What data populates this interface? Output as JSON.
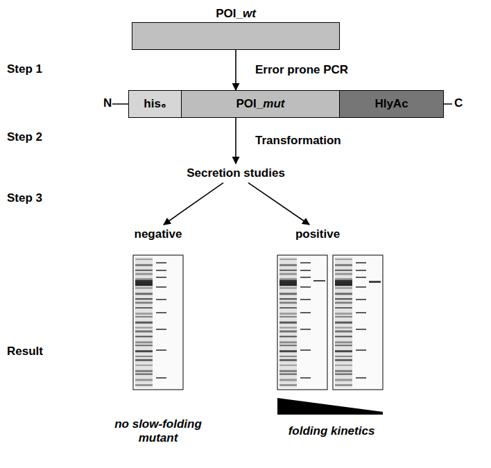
{
  "diagram": {
    "nodes": [
      {
        "text": [
          "POI_wt"
        ]
      },
      {
        "text": [
          "his₆"
        ]
      },
      {
        "text": [
          "POI_mut"
        ]
      },
      {
        "text": [
          "HlyAc"
        ]
      },
      {
        "text": [
          "Secretion studies"
        ]
      },
      {
        "text": [
          "negative"
        ]
      },
      {
        "text": [
          "positive"
        ]
      }
    ],
    "edges": [
      {
        "from": 0,
        "to": 2,
        "arrow": "to",
        "label": "Error prone PCR"
      },
      {
        "from": 2,
        "to": 4,
        "arrow": "to",
        "label": "Transformation"
      },
      {
        "from": 4,
        "to": 5,
        "arrow": "to"
      },
      {
        "from": 4,
        "to": 6,
        "arrow": "to"
      }
    ],
    "labels": [
      "Step 1",
      "N",
      "C",
      "Step 2",
      "Step 3",
      "Result",
      "no slow-folding mutant",
      "folding kinetics"
    ]
  }
}
